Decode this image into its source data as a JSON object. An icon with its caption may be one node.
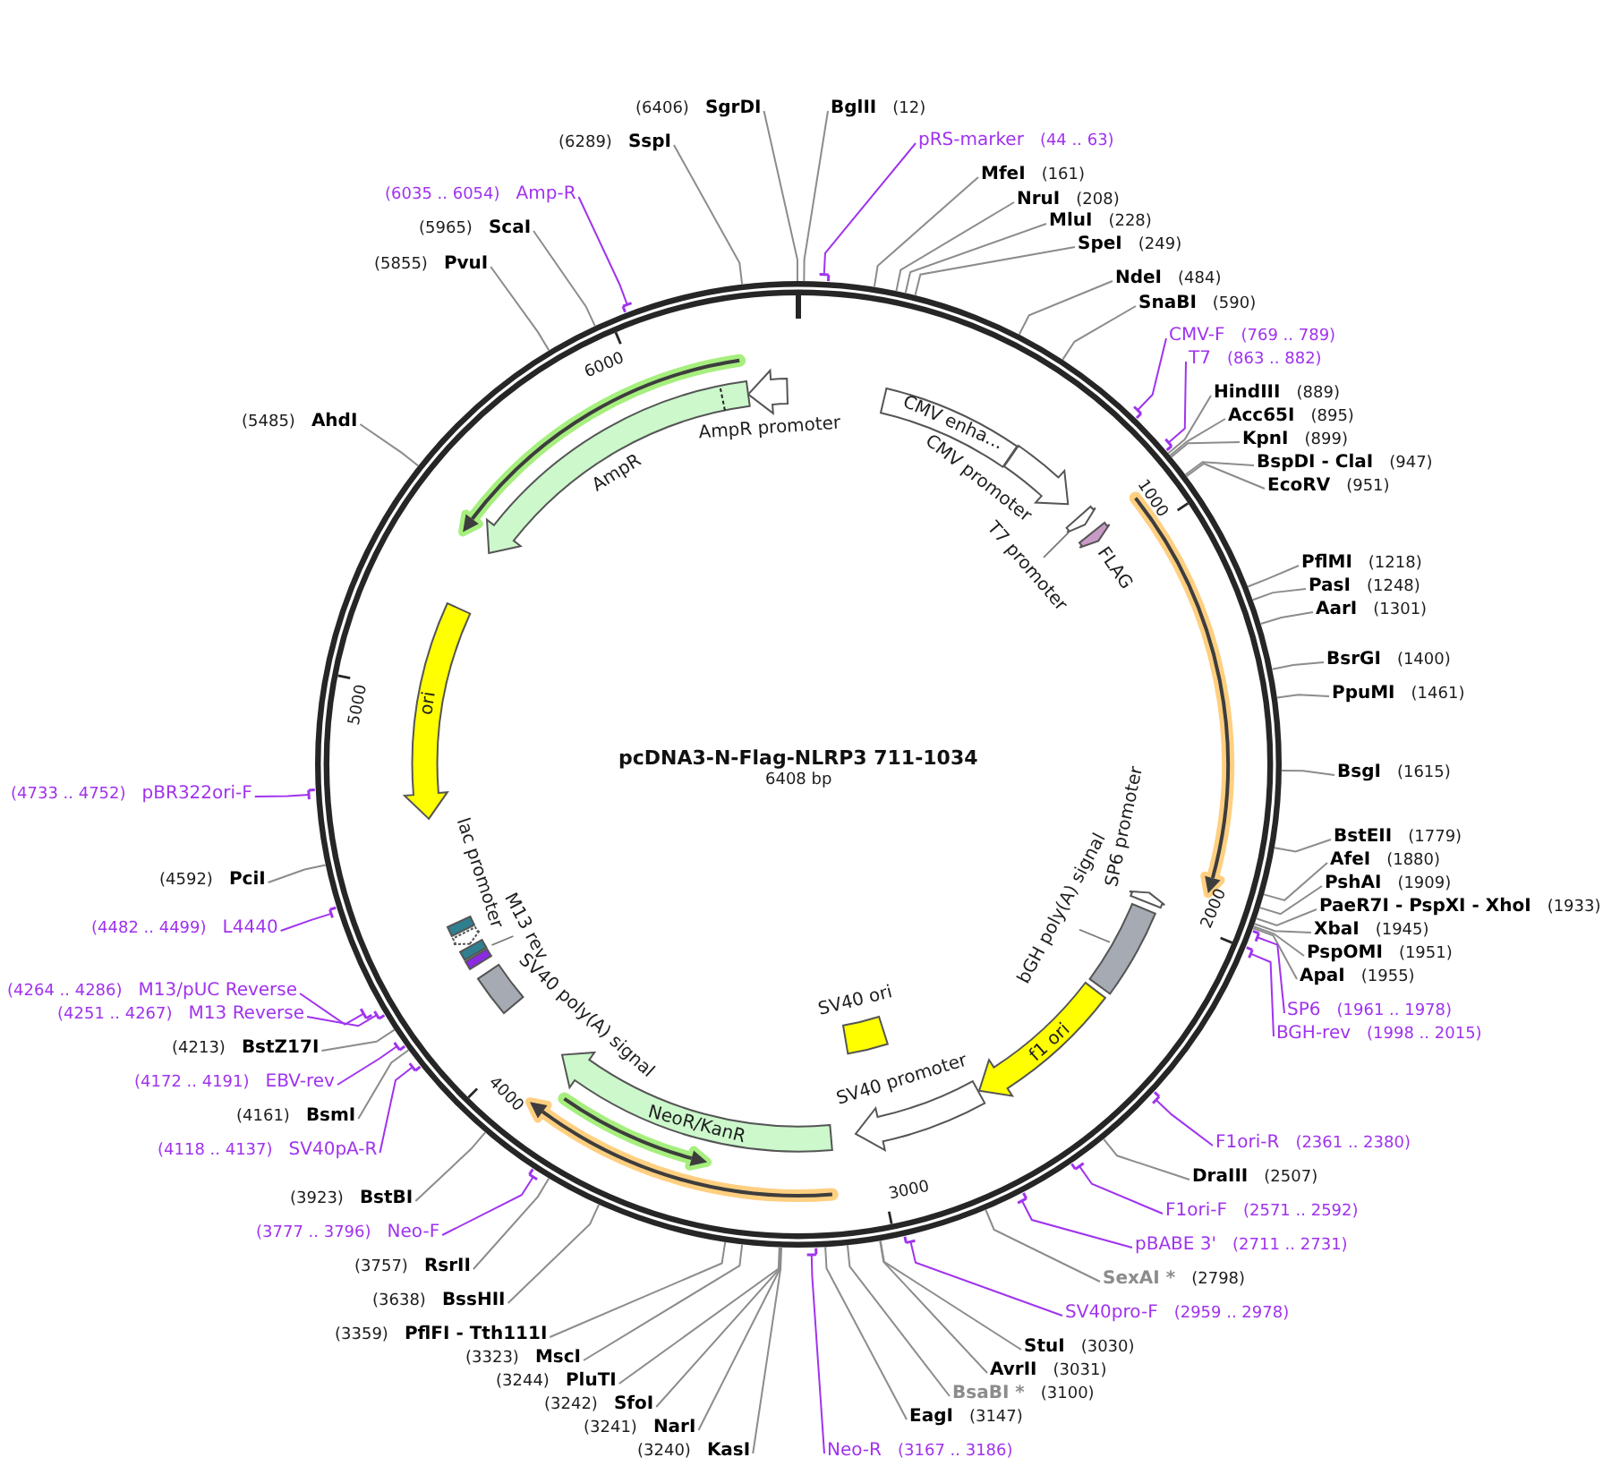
{
  "diagram": {
    "title": "pcDNA3-N-Flag-NLRP3 711-1034",
    "nodes": [
      {
        "text": [
          "BglII",
          "(12)"
        ]
      },
      {
        "text": [
          "pRS-marker",
          "(44 .. 63)"
        ]
      },
      {
        "text": [
          "MfeI",
          "(161)"
        ]
      },
      {
        "text": [
          "NruI",
          "(208)"
        ]
      },
      {
        "text": [
          "MluI",
          "(228)"
        ]
      },
      {
        "text": [
          "SpeI",
          "(249)"
        ]
      },
      {
        "text": [
          "NdeI",
          "(484)"
        ]
      },
      {
        "text": [
          "SnaBI",
          "(590)"
        ]
      },
      {
        "text": [
          "CMV-F",
          "(769 .. 789)"
        ]
      },
      {
        "text": [
          "T7",
          "(863 .. 882)"
        ]
      },
      {
        "text": [
          "HindIII",
          "(889)"
        ]
      },
      {
        "text": [
          "Acc65I",
          "(895)"
        ]
      },
      {
        "text": [
          "KpnI",
          "(899)"
        ]
      },
      {
        "text": [
          "BspDI - ClaI",
          "(947)"
        ]
      },
      {
        "text": [
          "EcoRV",
          "(951)"
        ]
      },
      {
        "text": [
          "PflMI",
          "(1218)"
        ]
      },
      {
        "text": [
          "PasI",
          "(1248)"
        ]
      },
      {
        "text": [
          "AarI",
          "(1301)"
        ]
      },
      {
        "text": [
          "BsrGI",
          "(1400)"
        ]
      },
      {
        "text": [
          "PpuMI",
          "(1461)"
        ]
      },
      {
        "text": [
          "BsgI",
          "(1615)"
        ]
      },
      {
        "text": [
          "BstEII",
          "(1779)"
        ]
      },
      {
        "text": [
          "AfeI",
          "(1880)"
        ]
      },
      {
        "text": [
          "PshAI",
          "(1909)"
        ]
      },
      {
        "text": [
          "PaeR7I - PspXI - XhoI",
          "(1933)"
        ]
      },
      {
        "text": [
          "XbaI",
          "(1945)"
        ]
      },
      {
        "text": [
          "PspOMI",
          "(1951)"
        ]
      },
      {
        "text": [
          "ApaI",
          "(1955)"
        ]
      },
      {
        "text": [
          "SP6",
          "(1961 .. 1978)"
        ]
      },
      {
        "text": [
          "BGH-rev",
          "(1998 .. 2015)"
        ]
      },
      {
        "text": [
          "F1ori-R",
          "(2361 .. 2380)"
        ]
      },
      {
        "text": [
          "DraIII",
          "(2507)"
        ]
      },
      {
        "text": [
          "F1ori-F",
          "(2571 .. 2592)"
        ]
      },
      {
        "text": [
          "pBABE 3'",
          "(2711 .. 2731)"
        ]
      },
      {
        "text": [
          "SexAI *",
          "(2798)"
        ]
      },
      {
        "text": [
          "SV40pro-F",
          "(2959 .. 2978)"
        ]
      },
      {
        "text": [
          "StuI",
          "(3030)"
        ]
      },
      {
        "text": [
          "AvrII",
          "(3031)"
        ]
      },
      {
        "text": [
          "BsaBI *",
          "(3100)"
        ]
      },
      {
        "text": [
          "EagI",
          "(3147)"
        ]
      },
      {
        "text": [
          "Neo-R",
          "(3167 .. 3186)"
        ]
      },
      {
        "text": [
          "(3240)",
          "KasI"
        ]
      },
      {
        "text": [
          "(3241)",
          "NarI"
        ]
      },
      {
        "text": [
          "(3242)",
          "SfoI"
        ]
      },
      {
        "text": [
          "(3244)",
          "PluTI"
        ]
      },
      {
        "text": [
          "(3323)",
          "MscI"
        ]
      },
      {
        "text": [
          "(3359)",
          "PflFI - Tth111I"
        ]
      },
      {
        "text": [
          "(3638)",
          "BssHII"
        ]
      },
      {
        "text": [
          "(3757)",
          "RsrII"
        ]
      },
      {
        "text": [
          "(3777 .. 3796)",
          "Neo-F"
        ]
      },
      {
        "text": [
          "(3923)",
          "BstBI"
        ]
      },
      {
        "text": [
          "(4118 .. 4137)",
          "SV40pA-R"
        ]
      },
      {
        "text": [
          "(4161)",
          "BsmI"
        ]
      },
      {
        "text": [
          "(4172 .. 4191)",
          "EBV-rev"
        ]
      },
      {
        "text": [
          "(4213)",
          "BstZ17I"
        ]
      },
      {
        "text": [
          "(4251 .. 4267)",
          "M13 Reverse"
        ]
      },
      {
        "text": [
          "(4264 .. 4286)",
          "M13/pUC Reverse"
        ]
      },
      {
        "text": [
          "(4482 .. 4499)",
          "L4440"
        ]
      },
      {
        "text": [
          "(4592)",
          "PciI"
        ]
      },
      {
        "text": [
          "(4733 .. 4752)",
          "pBR322ori-F"
        ]
      },
      {
        "text": [
          "(5485)",
          "AhdI"
        ]
      },
      {
        "text": [
          "(5855)",
          "PvuI"
        ]
      },
      {
        "text": [
          "(5965)",
          "ScaI"
        ]
      },
      {
        "text": [
          "(6035 .. 6054)",
          "Amp-R"
        ]
      },
      {
        "text": [
          "(6289)",
          "SspI"
        ]
      },
      {
        "text": [
          "(6406)",
          "SgrDI"
        ]
      },
      {
        "text": [
          "CMV enha..."
        ]
      },
      {
        "text": [
          "CMV promoter"
        ]
      },
      {
        "text": [
          "T7 promoter"
        ]
      },
      {
        "text": [
          "FLAG"
        ]
      },
      {
        "text": [
          "SP6 promoter"
        ]
      },
      {
        "text": [
          "bGH poly(A) signal"
        ]
      },
      {
        "text": [
          "f1 ori"
        ]
      },
      {
        "text": [
          "SV40 promoter"
        ]
      },
      {
        "text": [
          "SV40 ori"
        ]
      },
      {
        "text": [
          "NeoR/KanR"
        ]
      },
      {
        "text": [
          "SV40 poly(A) signal"
        ]
      },
      {
        "text": [
          "M13 rev"
        ]
      },
      {
        "text": [],
        "shape": "box"
      },
      {
        "text": [
          "lac promoter"
        ]
      },
      {
        "text": [],
        "shape": "box"
      },
      {
        "text": [
          "ori"
        ]
      },
      {
        "text": [
          "AmpR"
        ]
      },
      {
        "text": [
          "AmpR promoter"
        ]
      }
    ],
    "edges": [
      {
        "from": 0,
        "to": null,
        "arrow": "none"
      },
      {
        "from": 1,
        "to": null,
        "arrow": "none",
        "color": "#a033ee"
      },
      {
        "from": 2,
        "to": null,
        "arrow": "none"
      },
      {
        "from": 3,
        "to": null,
        "arrow": "none"
      },
      {
        "from": 4,
        "to": null,
        "arrow": "none"
      },
      {
        "from": 5,
        "to": null,
        "arrow": "none"
      },
      {
        "from": 6,
        "to": null,
        "arrow": "none"
      },
      {
        "from": 7,
        "to": null,
        "arrow": "none"
      },
      {
        "from": 8,
        "to": null,
        "arrow": "none",
        "color": "#a033ee"
      },
      {
        "from": 9,
        "to": null,
        "arrow": "none",
        "color": "#a033ee"
      },
      {
        "from": 10,
        "to": null,
        "arrow": "none"
      },
      {
        "from": 11,
        "to": null,
        "arrow": "none"
      },
      {
        "from": 12,
        "to": null,
        "arrow": "none"
      },
      {
        "from": 13,
        "to": null,
        "arrow": "none"
      },
      {
        "from": 14,
        "to": null,
        "arrow": "none"
      },
      {
        "from": 15,
        "to": null,
        "arrow": "none"
      },
      {
        "from": 16,
        "to": null,
        "arrow": "none"
      },
      {
        "from": 17,
        "to": null,
        "arrow": "none"
      },
      {
        "from": 18,
        "to": null,
        "arrow": "none"
      },
      {
        "from": 19,
        "to": null,
        "arrow": "none"
      },
      {
        "from": 20,
        "to": null,
        "arrow": "none"
      },
      {
        "from": 21,
        "to": null,
        "arrow": "none"
      },
      {
        "from": 22,
        "to": null,
        "arrow": "none"
      },
      {
        "from": 23,
        "to": null,
        "arrow": "none"
      },
      {
        "from": 24,
        "to": null,
        "arrow": "none"
      },
      {
        "from": 25,
        "to": null,
        "arrow": "none"
      },
      {
        "from": 26,
        "to": null,
        "arrow": "none"
      },
      {
        "from": 27,
        "to": null,
        "arrow": "none"
      },
      {
        "from": 28,
        "to": null,
        "arrow": "none",
        "color": "#a033ee"
      },
      {
        "from": 29,
        "to": null,
        "arrow": "none",
        "color": "#a033ee"
      },
      {
        "from": 30,
        "to": null,
        "arrow": "none",
        "color": "#a033ee"
      },
      {
        "from": 31,
        "to": null,
        "arrow": "none"
      },
      {
        "from": 32,
        "to": null,
        "arrow": "none",
        "color": "#a033ee"
      },
      {
        "from": 33,
        "to": null,
        "arrow": "none",
        "color": "#a033ee"
      },
      {
        "from": 34,
        "to": null,
        "arrow": "none"
      },
      {
        "from": 35,
        "to": null,
        "arrow": "none",
        "color": "#a033ee"
      },
      {
        "from": 36,
        "to": null,
        "arrow": "none"
      },
      {
        "from": 37,
        "to": null,
        "arrow": "none"
      },
      {
        "from": 38,
        "to": null,
        "arrow": "none"
      },
      {
        "from": 39,
        "to": null,
        "arrow": "none"
      },
      {
        "from": 40,
        "to": null,
        "arrow": "none",
        "color": "#a033ee"
      },
      {
        "from": 41,
        "to": null,
        "arrow": "none"
      },
      {
        "from": 42,
        "to": null,
        "arrow": "none"
      },
      {
        "from": 43,
        "to": null,
        "arrow": "none"
      },
      {
        "from": 44,
        "to": null,
        "arrow": "none"
      },
      {
        "from": 45,
        "to": null,
        "arrow": "none"
      },
      {
        "from": 46,
        "to": null,
        "arrow": "none"
      },
      {
        "from": 47,
        "to": null,
        "arrow": "none"
      },
      {
        "from": 48,
        "to": null,
        "arrow": "none"
      },
      {
        "from": 49,
        "to": null,
        "arrow": "none",
        "color": "#a033ee"
      },
      {
        "from": 50,
        "to": null,
        "arrow": "none"
      },
      {
        "from": 51,
        "to": null,
        "arrow": "none",
        "color": "#a033ee"
      },
      {
        "from": 52,
        "to": null,
        "arrow": "none"
      },
      {
        "from": 53,
        "to": null,
        "arrow": "none",
        "color": "#a033ee"
      },
      {
        "from": 54,
        "to": null,
        "arrow": "none"
      },
      {
        "from": 55,
        "to": null,
        "arrow": "none",
        "color": "#a033ee"
      },
      {
        "from": 56,
        "to": null,
        "arrow": "none",
        "color": "#a033ee"
      },
      {
        "from": 57,
        "to": null,
        "arrow": "none",
        "color": "#a033ee"
      },
      {
        "from": 58,
        "to": null,
        "arrow": "none"
      },
      {
        "from": 59,
        "to": null,
        "arrow": "none",
        "color": "#a033ee"
      },
      {
        "from": 60,
        "to": null,
        "arrow": "none"
      },
      {
        "from": 61,
        "to": null,
        "arrow": "none"
      },
      {
        "from": 62,
        "to": null,
        "arrow": "none"
      },
      {
        "from": 63,
        "to": null,
        "arrow": "none",
        "color": "#a033ee"
      },
      {
        "from": 64,
        "to": null,
        "arrow": "none"
      },
      {
        "from": 65,
        "to": null,
        "arrow": "none"
      }
    ],
    "labels": [
      "6408 bp",
      "1000",
      "2000",
      "3000",
      "4000",
      "5000",
      "6000"
    ]
  }
}
